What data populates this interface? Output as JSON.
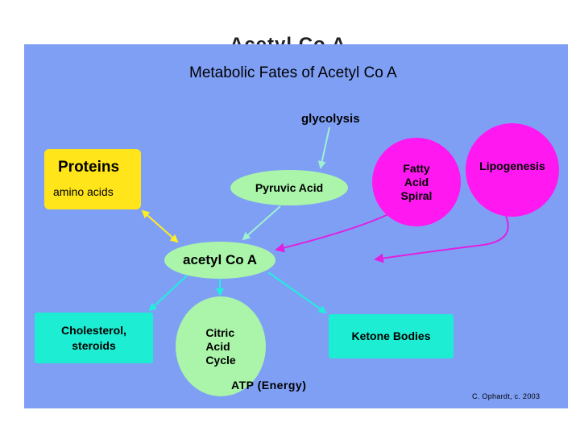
{
  "slide": {
    "heading": "Acetyl Co A"
  },
  "diagram": {
    "title": "Metabolic Fates of Acetyl Co A",
    "glycolysis": "glycolysis",
    "proteins": {
      "title": "Proteins",
      "subtitle": "amino acids"
    },
    "pyruvic_acid": "Pyruvic Acid",
    "acetyl_coa": "acetyl Co A",
    "fatty_acid_spiral": [
      "Fatty",
      "Acid",
      "Spiral"
    ],
    "lipogenesis": "Lipogenesis",
    "cholesterol": [
      "Cholesterol,",
      "steroids"
    ],
    "citric_acid_cycle": [
      "Citric",
      "Acid",
      "Cycle"
    ],
    "ketone_bodies": "Ketone Bodies",
    "atp": "ATP (Energy)",
    "credit": "C. Ophardt, c. 2003"
  },
  "colors": {
    "panel": "#7f9ff5",
    "proteins": "#ffe51a",
    "green_ellipse": "#aaf5aa",
    "magenta": "#ff19f0",
    "cyan": "#1dedd2",
    "arrow_green": "#a0f0c8",
    "arrow_magenta": "#e020e0"
  }
}
